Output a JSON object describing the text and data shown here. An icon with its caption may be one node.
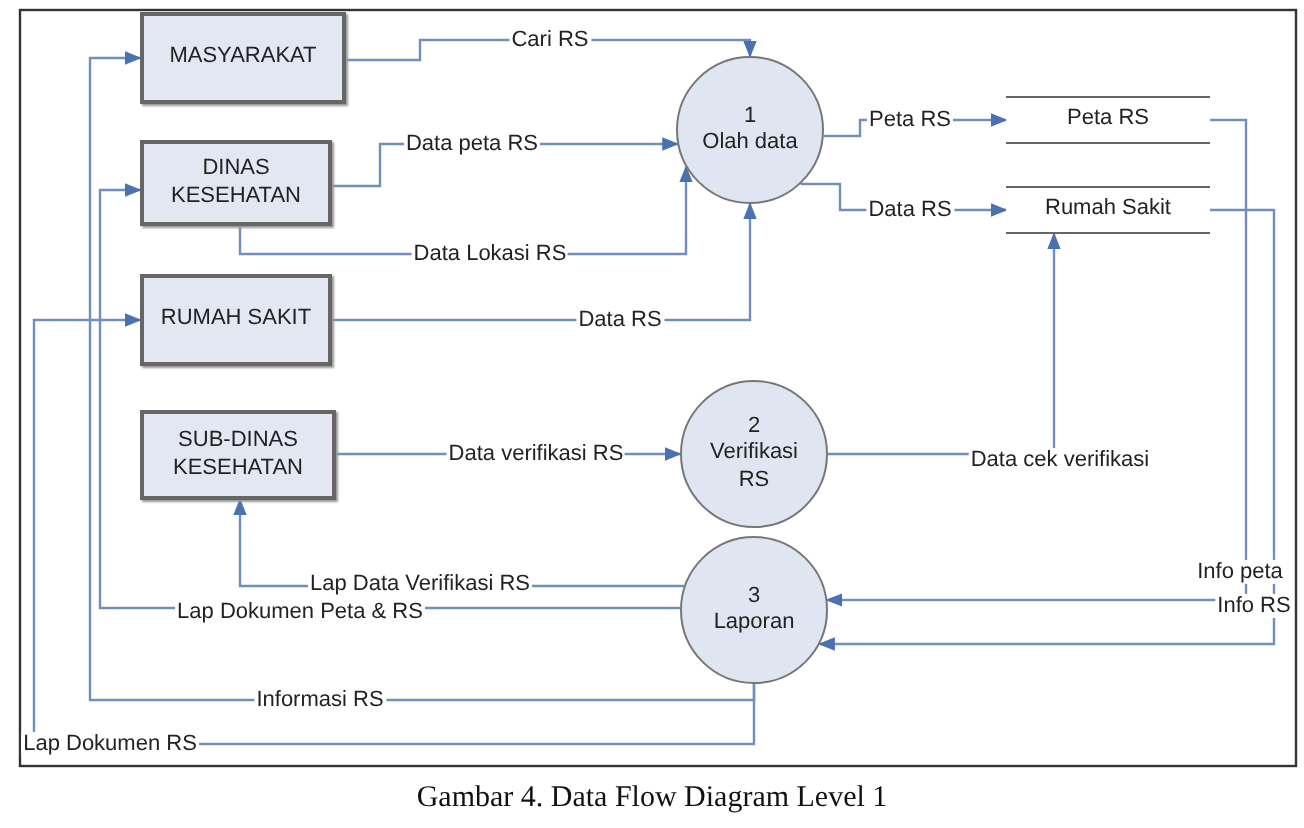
{
  "diagram": {
    "caption": "Gambar 4. Data Flow Diagram Level 1",
    "nodes": [
      {
        "text": [
          "MASYARAKAT"
        ]
      },
      {
        "text": [
          "DINAS KESEHATAN"
        ]
      },
      {
        "text": [
          "RUMAH SAKIT"
        ]
      },
      {
        "text": [
          "SUB-DINAS KESEHATAN"
        ]
      },
      {
        "text": [
          "1",
          "Olah data"
        ]
      },
      {
        "text": [
          "2",
          "Verifikasi RS"
        ]
      },
      {
        "text": [
          "3",
          "Laporan"
        ]
      },
      {
        "text": [
          "Peta RS"
        ]
      },
      {
        "text": [
          "Rumah Sakit"
        ]
      }
    ],
    "edges": [
      {
        "from": 0,
        "to": 4,
        "arrow": "to",
        "label": "Cari RS"
      },
      {
        "from": 1,
        "to": 4,
        "arrow": "to",
        "label": "Data peta RS"
      },
      {
        "from": 1,
        "to": 4,
        "arrow": "to",
        "label": "Data Lokasi RS"
      },
      {
        "from": 2,
        "to": 4,
        "arrow": "to",
        "label": "Data RS"
      },
      {
        "from": 4,
        "to": 7,
        "arrow": "to",
        "label": "Peta RS"
      },
      {
        "from": 4,
        "to": 8,
        "arrow": "to",
        "label": "Data RS"
      },
      {
        "from": 3,
        "to": 5,
        "arrow": "to",
        "label": "Data verifikasi RS"
      },
      {
        "from": 5,
        "to": 8,
        "arrow": "to",
        "label": "Data cek verifikasi"
      },
      {
        "from": 6,
        "to": 3,
        "arrow": "to",
        "label": "Lap Data Verifikasi RS"
      },
      {
        "from": 6,
        "to": 1,
        "arrow": "to",
        "label": "Lap Dokumen Peta & RS"
      },
      {
        "from": 6,
        "to": 0,
        "arrow": "to",
        "label": "Informasi RS"
      },
      {
        "from": 6,
        "to": 2,
        "arrow": "to",
        "label": "Lap Dokumen RS"
      },
      {
        "from": 7,
        "to": 6,
        "arrow": "to",
        "label": "Info peta"
      },
      {
        "from": 8,
        "to": 6,
        "arrow": "to",
        "label": "Info RS"
      }
    ]
  }
}
